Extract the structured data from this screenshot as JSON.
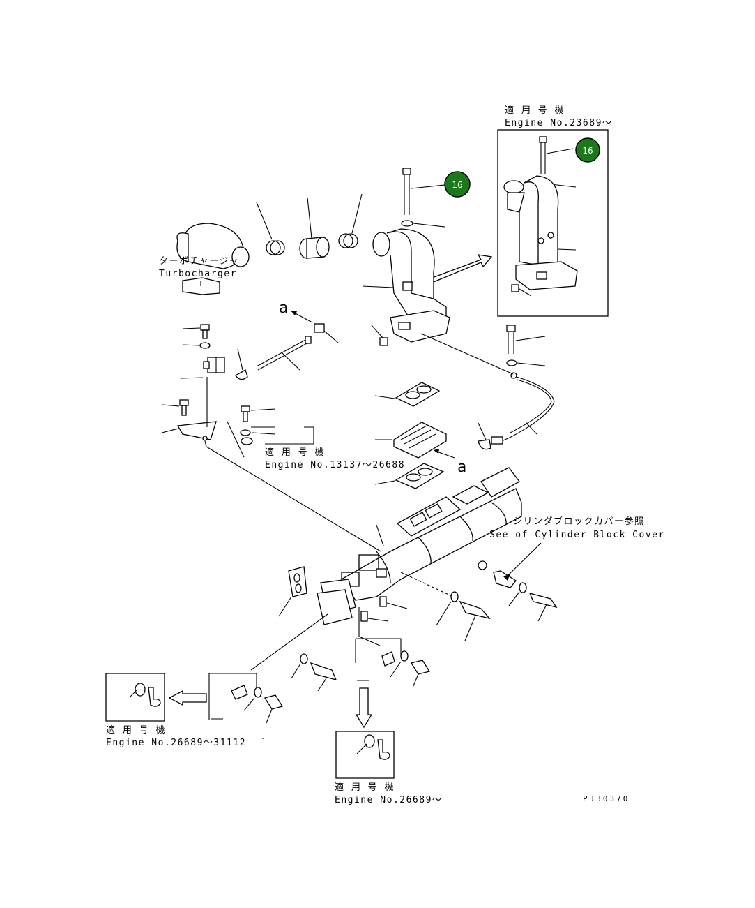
{
  "labels": {
    "turbocharger_jp": "ターボチャージャ",
    "turbocharger_en": "Turbocharger",
    "applicable_jp": "適 用 号 機",
    "engine_top_right": "Engine No.23689〜",
    "engine_mid": "Engine No.13137〜26688",
    "engine_bottom_left": "Engine No.26689〜31112",
    "engine_bottom_center": "Engine No.26689〜",
    "cyl_cover_jp": "シリンダブロックカバー参照",
    "cyl_cover_en": "See of Cylinder Block Cover",
    "ref_a": "a",
    "drawing_code": "PJ30370"
  },
  "badges": [
    {
      "part_no": "16"
    },
    {
      "part_no": "16"
    }
  ],
  "colors": {
    "badge_fill": "#1a7a1a",
    "badge_stroke": "#000000",
    "line": "#000000",
    "background": "#ffffff"
  }
}
